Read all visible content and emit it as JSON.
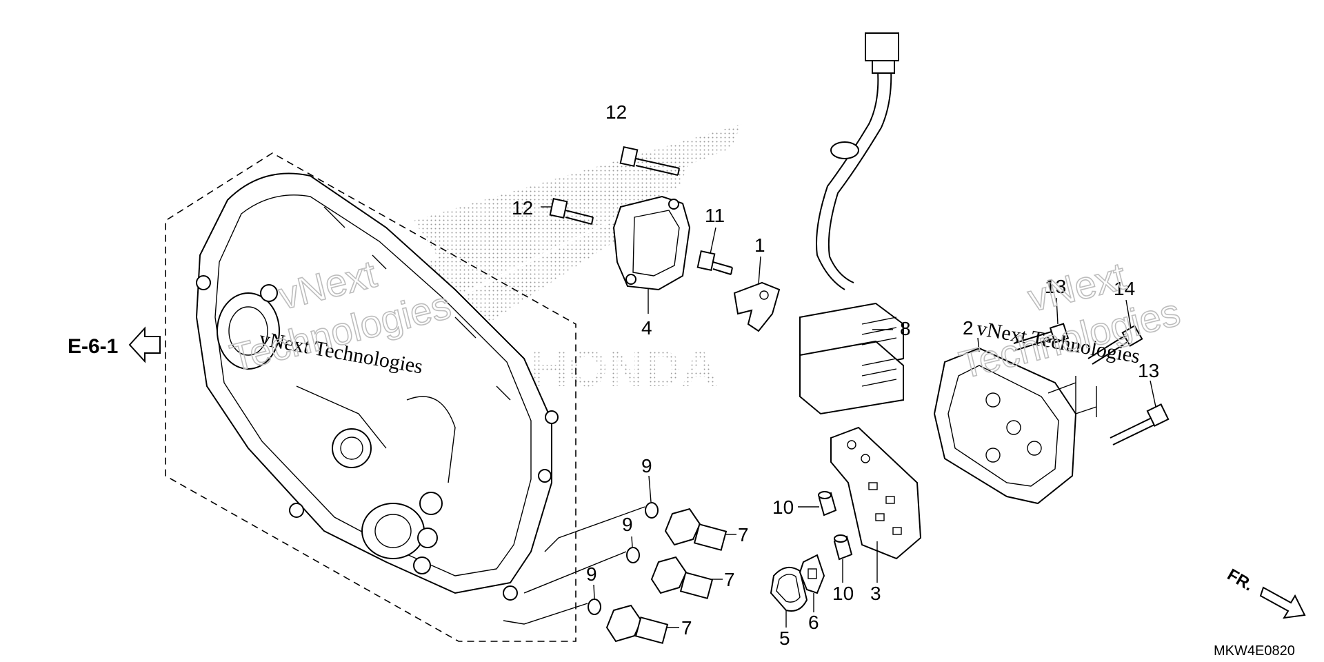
{
  "reference": {
    "label": "E-6-1"
  },
  "diagram_code": "MKW4E0820",
  "front_indicator": "FR.",
  "watermarks": {
    "text_a": "vNext Technologies",
    "text_b": "vNext Technologies",
    "outline_a_line1": "vNext",
    "outline_a_line2": "Technologies",
    "outline_b_line1": "vNext",
    "outline_b_line2": "Technologies",
    "logo_text": "HONDA"
  },
  "callouts": {
    "c1": "1",
    "c2": "2",
    "c3": "3",
    "c4": "4",
    "c5": "5",
    "c6": "6",
    "c7a": "7",
    "c7b": "7",
    "c7c": "7",
    "c8": "8",
    "c9a": "9",
    "c9b": "9",
    "c9c": "9",
    "c10a": "10",
    "c10b": "10",
    "c11": "11",
    "c12a": "12",
    "c12b": "12",
    "c13a": "13",
    "c13b": "13",
    "c14": "14"
  }
}
